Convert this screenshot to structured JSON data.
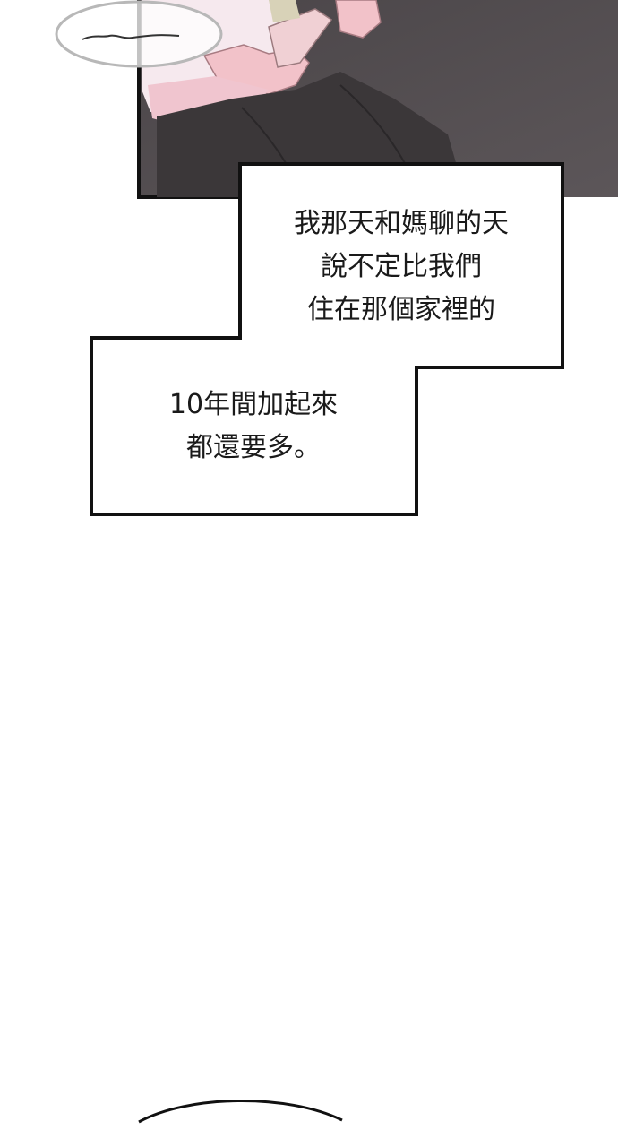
{
  "comic": {
    "captions": [
      {
        "lines": [
          "我那天和媽聊的天",
          "說不定比我們",
          "住在那個家裡的"
        ]
      },
      {
        "lines": [
          "10年間加起來",
          "都還要多。"
        ]
      }
    ]
  }
}
